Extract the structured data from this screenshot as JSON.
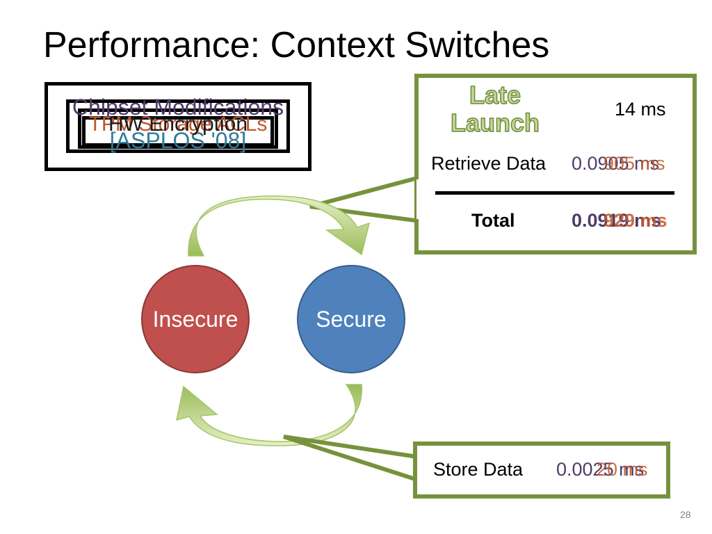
{
  "slide": {
    "title": "Performance: Context Switches",
    "page_number": "28"
  },
  "layered_box": {
    "chipset": "Chipset Modifications",
    "asplos": "[ASPLOS '08]",
    "tpm": "TPM Storage ACLs",
    "encryption": "HW Encryption"
  },
  "callout_top": {
    "late_launch": "Late Launch",
    "late_launch_value": "14 ms",
    "retrieve_label": "Retrieve Data",
    "retrieve_value_a": "0.0905 ms",
    "retrieve_value_b": "905 ms",
    "total_label": "Total",
    "total_value_a": "0.0919 ms",
    "total_value_b": "929 ms"
  },
  "callout_bottom": {
    "store_label": "Store Data",
    "store_value_a": "0.0025 ms",
    "store_value_b": "20 ms"
  },
  "circles": {
    "insecure": "Insecure",
    "secure": "Secure"
  },
  "colors": {
    "accent_green": "#76923c",
    "arrow_green": "#9bbb59",
    "insecure_red": "#c0504d",
    "secure_blue": "#4f81bd"
  }
}
